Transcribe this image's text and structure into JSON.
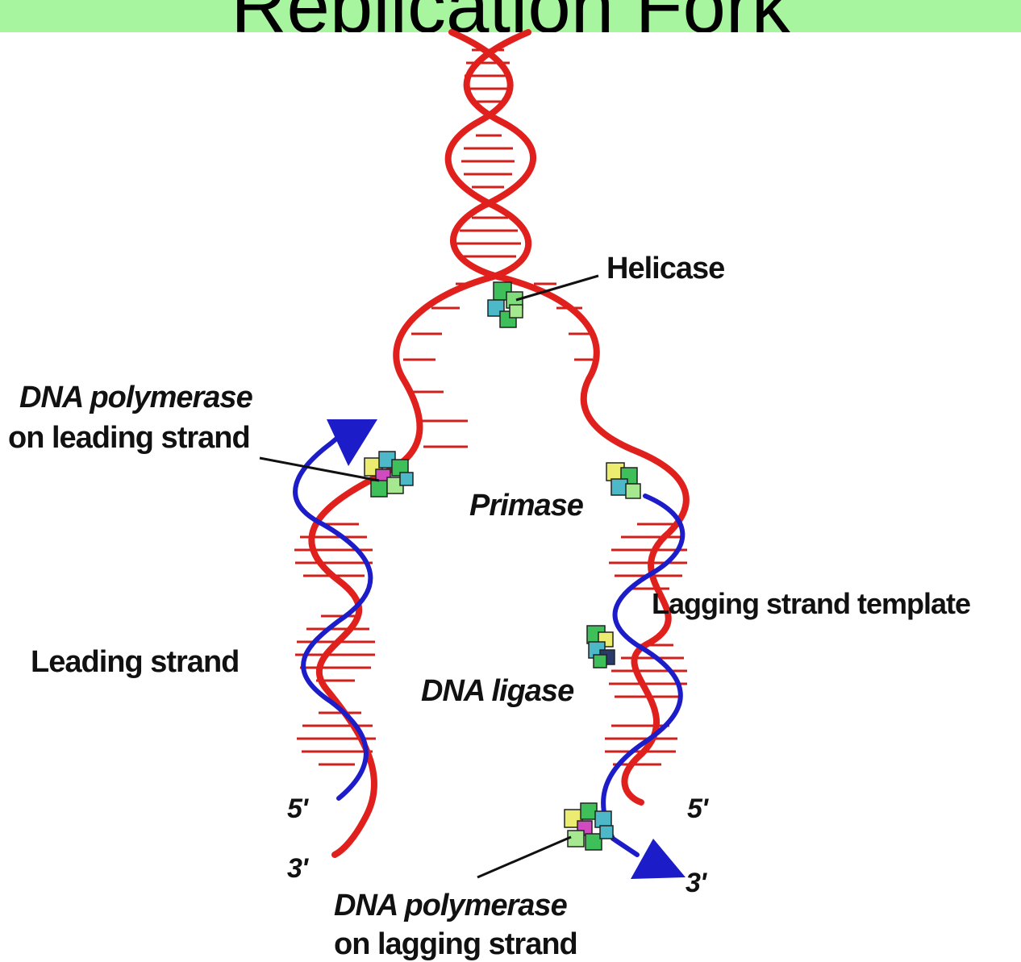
{
  "title": "Replication Fork",
  "labels": {
    "helicase": "Helicase",
    "pol_leading_1": "DNA polymerase",
    "pol_leading_2": "on leading strand",
    "primase": "Primase",
    "lagging_template": "Lagging strand template",
    "leading_strand": "Leading strand",
    "dna_ligase": "DNA ligase",
    "pol_lagging_1": "DNA polymerase",
    "pol_lagging_2": "on lagging strand"
  },
  "strand_ends": {
    "left_5": "5'",
    "left_3": "3'",
    "right_5": "5'",
    "right_3": "3'"
  },
  "colors": {
    "parent_strand": "#e0201c",
    "new_strand": "#1c1cc8",
    "rungs": "#d0201c",
    "title_bar": "#a8f5a0"
  }
}
